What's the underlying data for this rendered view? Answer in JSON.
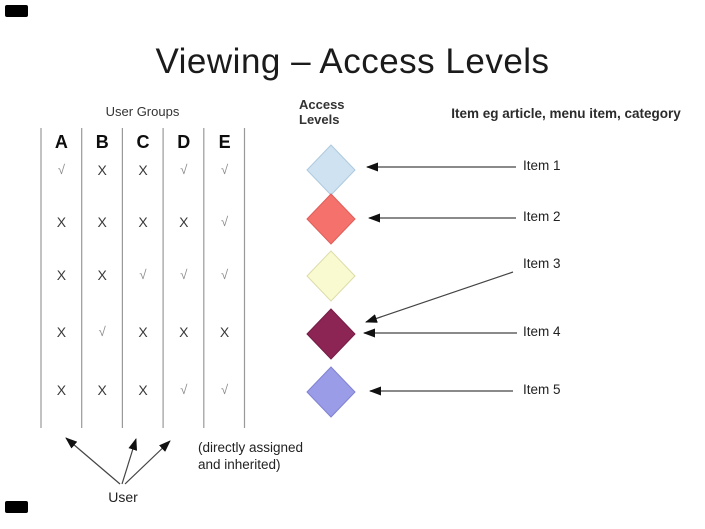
{
  "title": "Viewing – Access Levels",
  "user_groups": {
    "label": "User Groups",
    "columns": [
      "A",
      "B",
      "C",
      "D",
      "E"
    ],
    "rows": [
      [
        "√",
        "X",
        "X",
        "√",
        "√"
      ],
      [
        "X",
        "X",
        "X",
        "X",
        "√"
      ],
      [
        "X",
        "X",
        "√",
        "√",
        "√"
      ],
      [
        "X",
        "√",
        "X",
        "X",
        "X"
      ],
      [
        "X",
        "X",
        "X",
        "√",
        "√"
      ]
    ],
    "user_label": "User",
    "footnote": "(directly assigned\nand inherited)"
  },
  "access_levels": {
    "label": "Access\nLevels",
    "diamonds": [
      {
        "name": "level-1",
        "color": "#cfe2f1",
        "border": "#aecadf"
      },
      {
        "name": "level-2",
        "color": "#f4716c",
        "border": "#df5e5a"
      },
      {
        "name": "level-3",
        "color": "#fafad0",
        "border": "#dcdcaa"
      },
      {
        "name": "level-4",
        "color": "#8c2454",
        "border": "#751d46"
      },
      {
        "name": "level-5",
        "color": "#9a9ce8",
        "border": "#8082d2"
      }
    ]
  },
  "items": {
    "header": "Item eg article, menu item, category",
    "labels": [
      "Item 1",
      "Item 2",
      "Item 3",
      "Item 4",
      "Item 5"
    ]
  }
}
